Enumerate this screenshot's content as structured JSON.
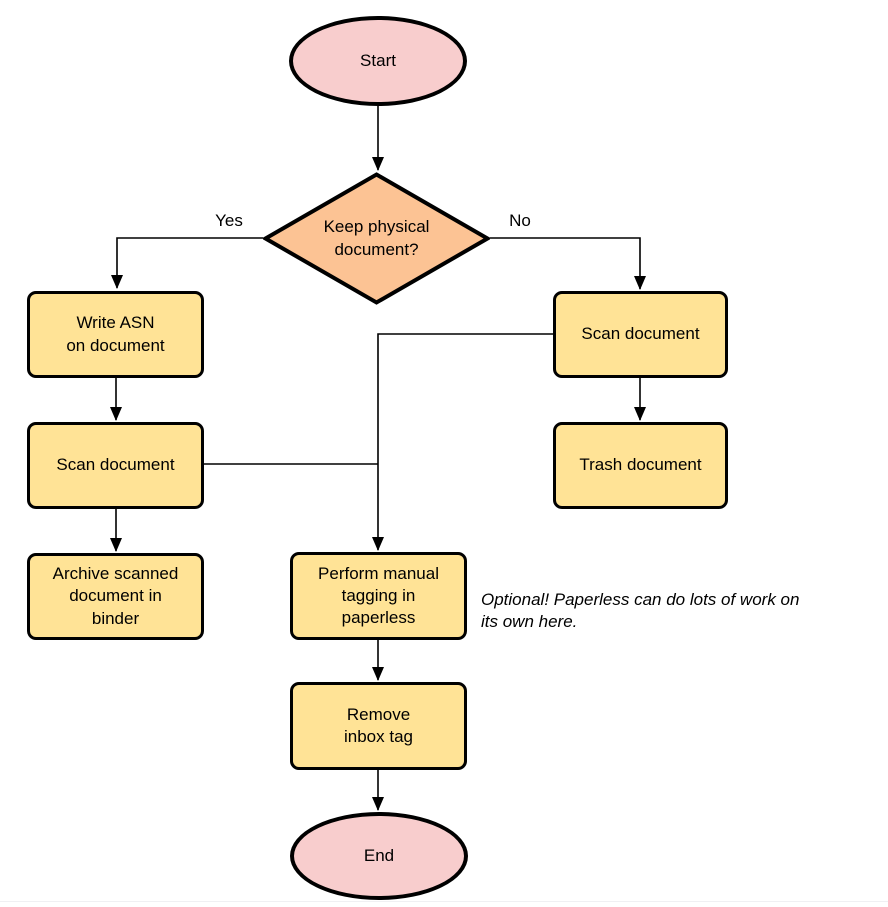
{
  "flowchart": {
    "nodes": {
      "start": {
        "label": "Start"
      },
      "decision": {
        "label": "Keep physical\ndocument?"
      },
      "write_asn": {
        "label": "Write ASN\non document"
      },
      "scan_left": {
        "label": "Scan document"
      },
      "archive": {
        "label": "Archive scanned\ndocument in\nbinder"
      },
      "scan_right": {
        "label": "Scan document"
      },
      "trash": {
        "label": "Trash document"
      },
      "tagging": {
        "label": "Perform manual\ntagging in\npaperless"
      },
      "remove_tag": {
        "label": "Remove\ninbox tag"
      },
      "end": {
        "label": "End"
      }
    },
    "edge_labels": {
      "yes": "Yes",
      "no": "No"
    },
    "note": "Optional! Paperless can do lots of work on\nits own here.",
    "colors": {
      "terminator_fill": "#F8CDCD",
      "decision_fill": "#FCC394",
      "process_fill": "#FFE396",
      "stroke": "#000000"
    }
  }
}
